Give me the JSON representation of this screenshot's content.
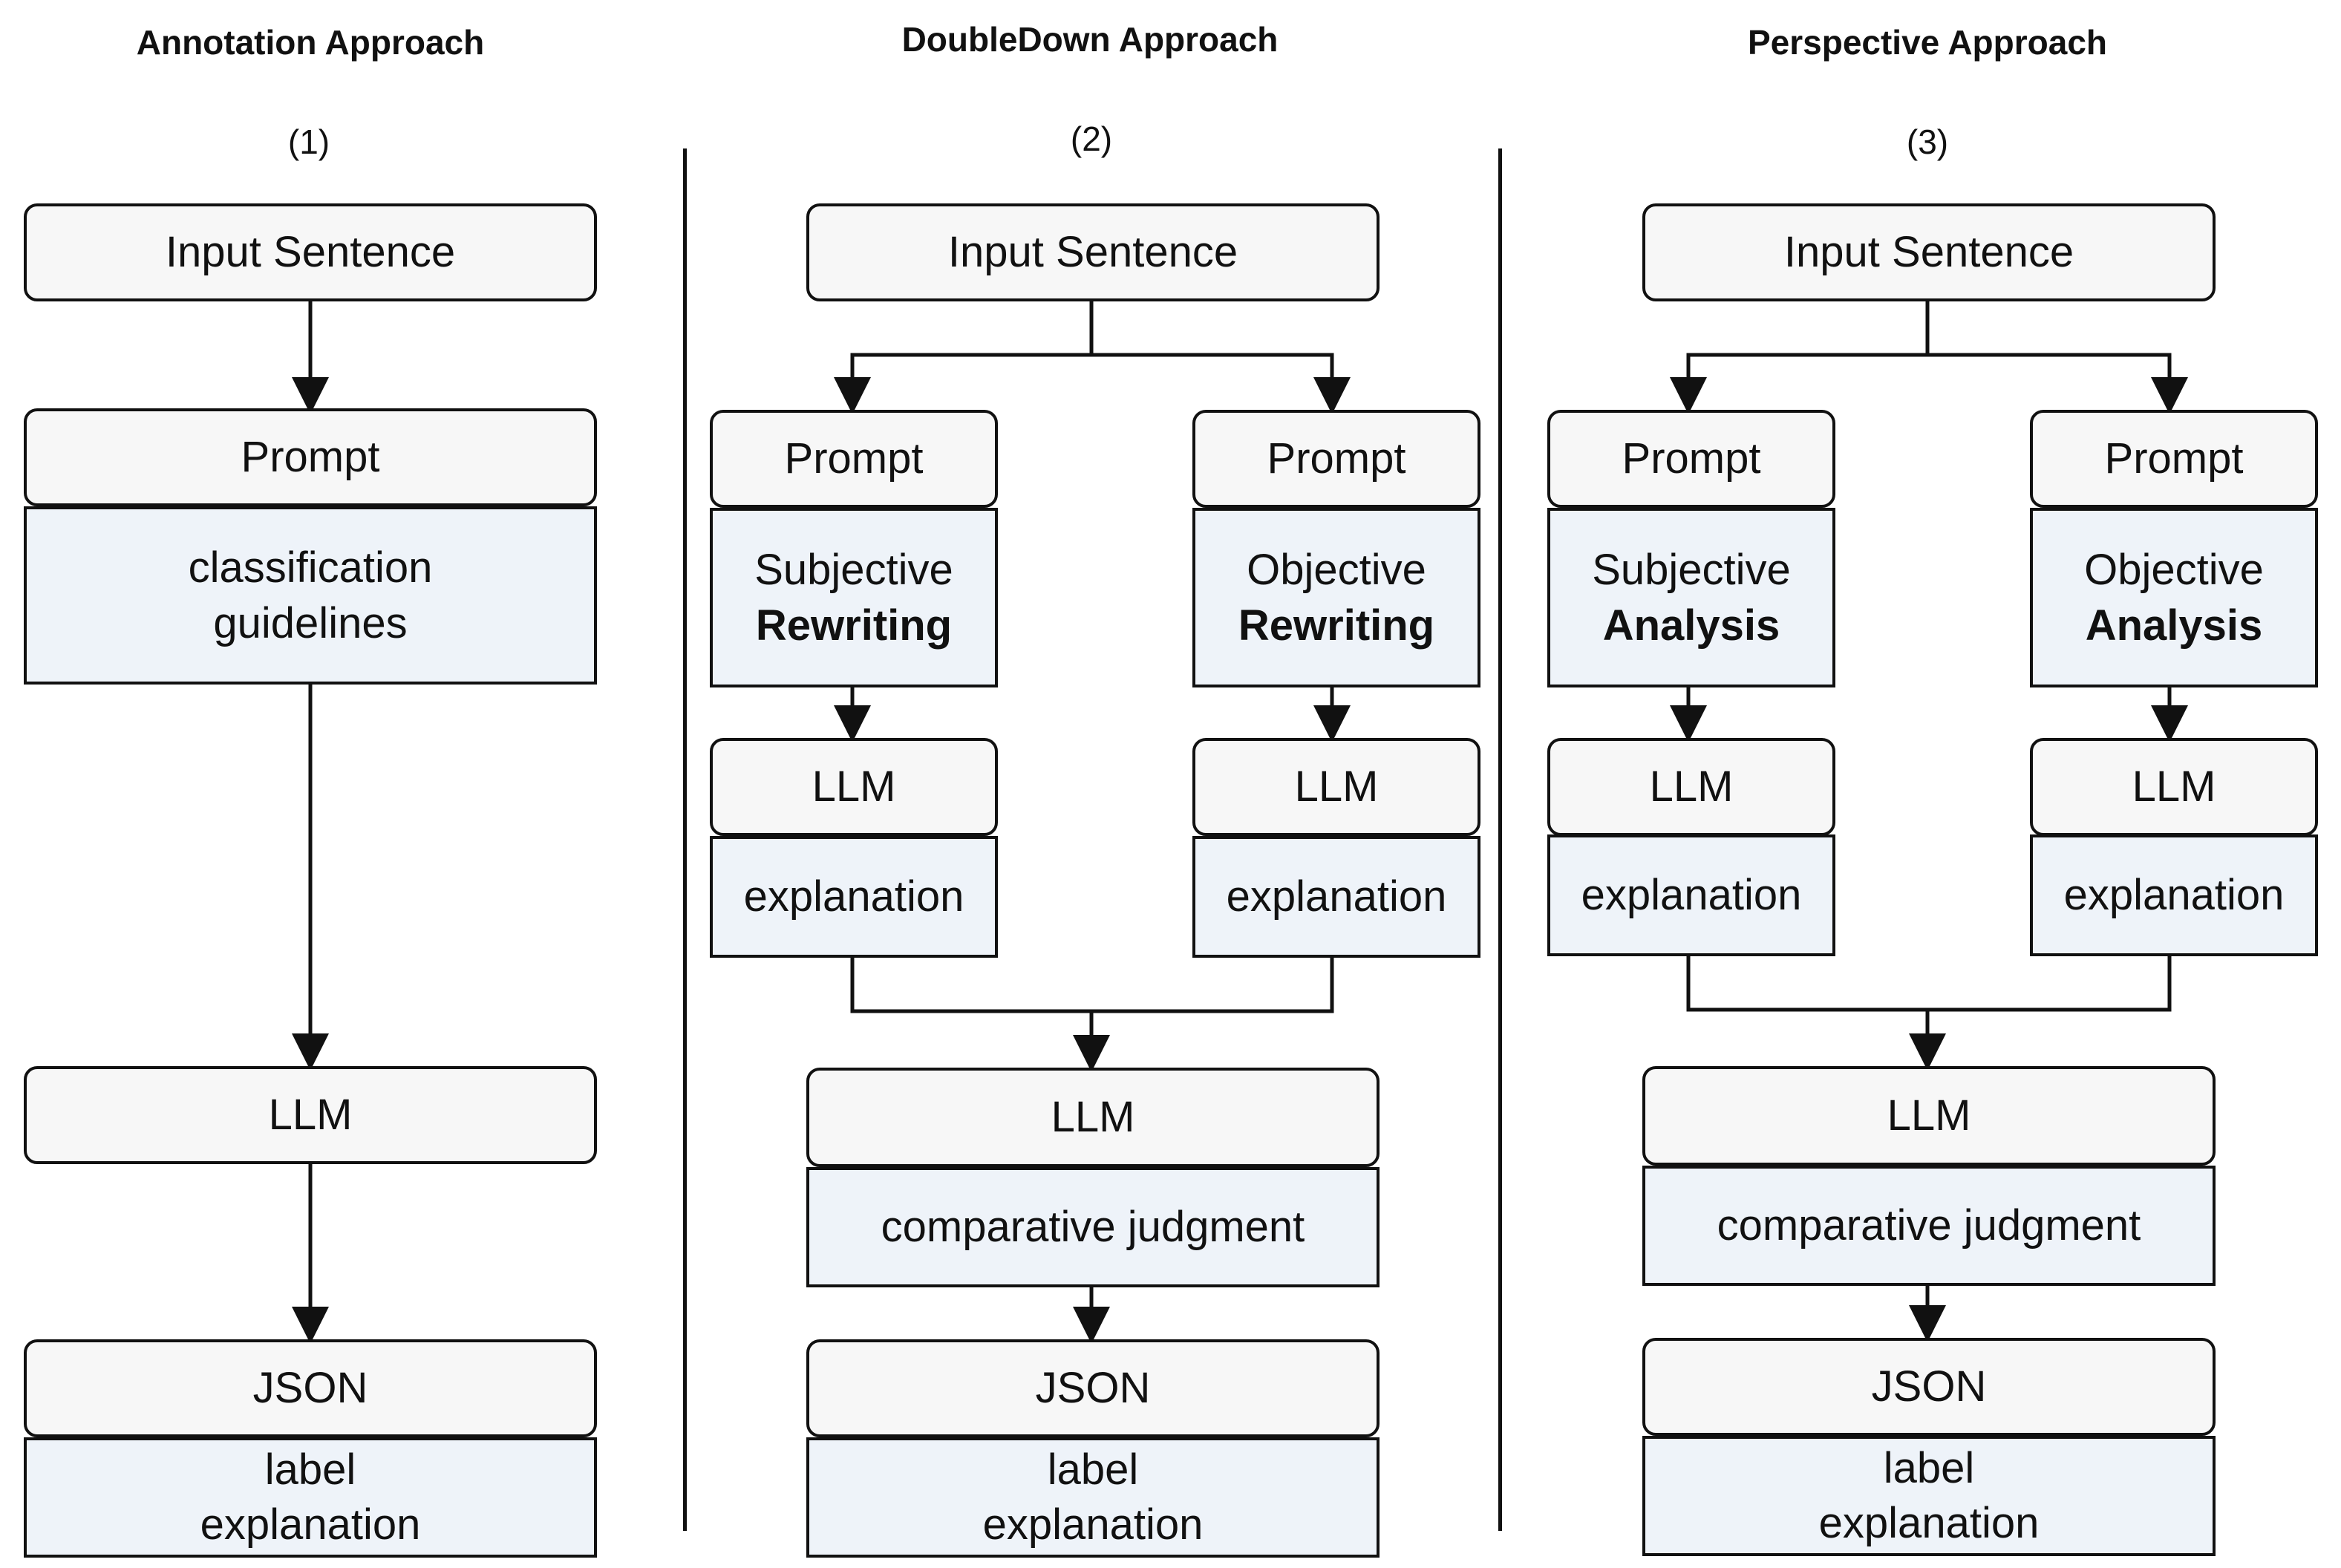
{
  "columns": [
    {
      "title": "Annotation Approach",
      "number": "(1)",
      "input": "Input Sentence",
      "prompt": "Prompt",
      "prompt_body": [
        "classification",
        "guidelines"
      ],
      "llm": "LLM",
      "json": "JSON",
      "json_body": [
        "label",
        "explanation"
      ]
    },
    {
      "title": "DoubleDown Approach",
      "number": "(2)",
      "input": "Input Sentence",
      "left": {
        "prompt": "Prompt",
        "line1": "Subjective",
        "line2": "Rewriting",
        "llm": "LLM",
        "llm_body": "explanation"
      },
      "right": {
        "prompt": "Prompt",
        "line1": "Objective",
        "line2": "Rewriting",
        "llm": "LLM",
        "llm_body": "explanation"
      },
      "llm": "LLM",
      "llm_body": "comparative judgment",
      "json": "JSON",
      "json_body": [
        "label",
        "explanation"
      ]
    },
    {
      "title": "Perspective Approach",
      "number": "(3)",
      "input": "Input Sentence",
      "left": {
        "prompt": "Prompt",
        "line1": "Subjective",
        "line2": "Analysis",
        "llm": "LLM",
        "llm_body": "explanation"
      },
      "right": {
        "prompt": "Prompt",
        "line1": "Objective",
        "line2": "Analysis",
        "llm": "LLM",
        "llm_body": "explanation"
      },
      "llm": "LLM",
      "llm_body": "comparative judgment",
      "json": "JSON",
      "json_body": [
        "label",
        "explanation"
      ]
    }
  ],
  "colors": {
    "head_fill": "#f7f7f7",
    "body_fill": "#eef3f9",
    "stroke": "#111111"
  }
}
